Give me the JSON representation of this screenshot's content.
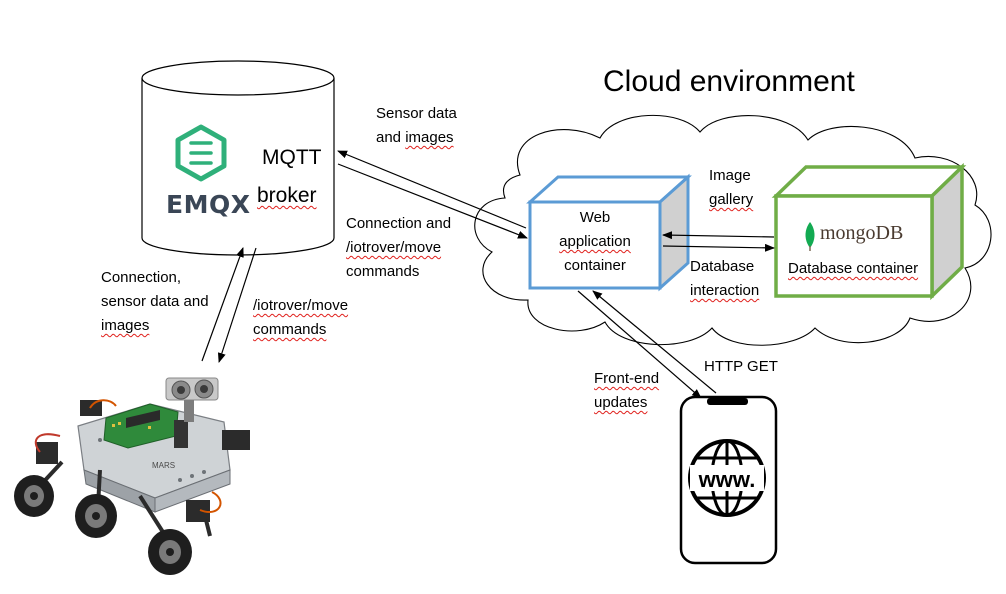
{
  "title": "Cloud environment",
  "broker": {
    "logo_text": "EMQX",
    "name_line1": "MQTT",
    "name_line2": "broker",
    "logo_color": "#2fb07a"
  },
  "web_container": {
    "line1": "Web",
    "line2": "application",
    "line3": "container",
    "border_color": "#5b9bd5"
  },
  "db_container": {
    "logo_text": "mongoDB",
    "label": "Database container",
    "border_color": "#70ad47",
    "leaf_color": "#13aa52"
  },
  "labels": {
    "sensor_data_line1": "Sensor data",
    "sensor_data_line2": "and images",
    "conn_line1": "Connection and",
    "conn_line2": "/iotrover/move",
    "conn_line3": "commands",
    "rover_up_line1": "Connection,",
    "rover_up_line2": "sensor data and",
    "rover_up_line3": "images",
    "rover_down_line1": "/iotrover/move",
    "rover_down_line2": "commands",
    "image_gallery_line1": "Image",
    "image_gallery_line2": "gallery",
    "db_interaction_line1": "Database",
    "db_interaction_line2": "interaction",
    "http_get": "HTTP GET",
    "frontend_line1": "Front-end",
    "frontend_line2": "updates"
  },
  "phone": {
    "icon_text": "www."
  },
  "rover": {
    "label_text": "MARS"
  }
}
